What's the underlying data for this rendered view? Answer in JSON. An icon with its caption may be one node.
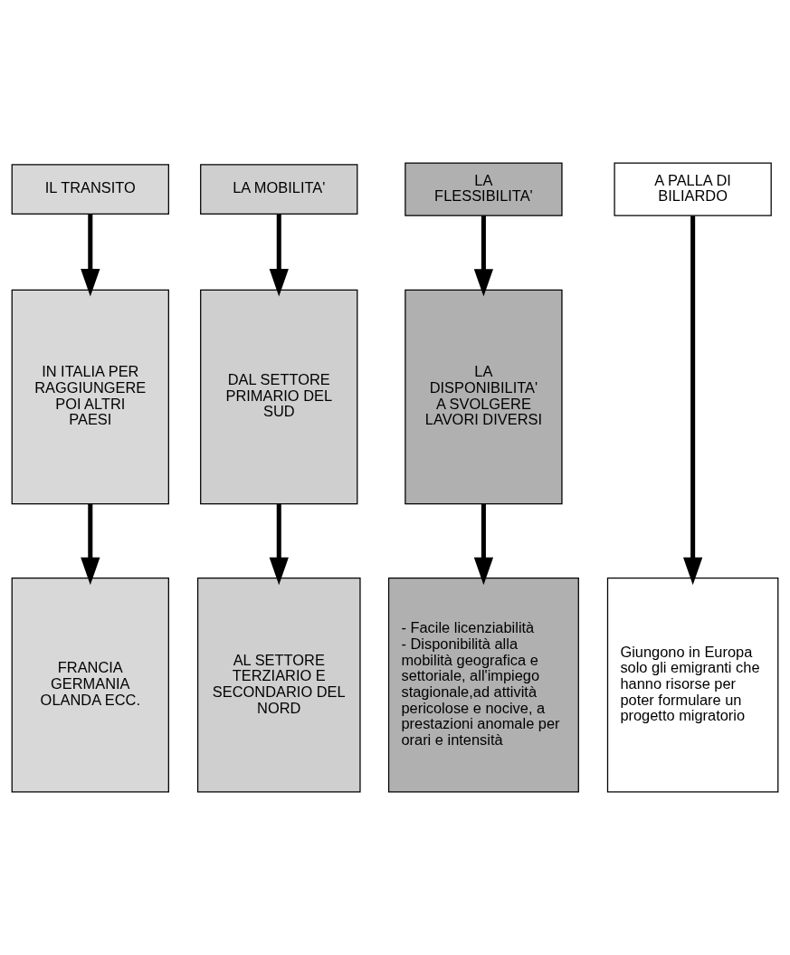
{
  "diagram": {
    "nodes": [
      {
        "text": [
          "IL TRANSITO"
        ]
      },
      {
        "text": [
          "LA MOBILITA'"
        ]
      },
      {
        "text": [
          "LA FLESSIBILITA'"
        ]
      },
      {
        "text": [
          "A PALLA DI BILIARDO"
        ]
      },
      {
        "text": [
          "IN ITALIA PER RAGGIUNGERE POI ALTRI PAESI"
        ]
      },
      {
        "text": [
          "DAL SETTORE PRIMARIO DEL SUD"
        ]
      },
      {
        "text": [
          "LA DISPONIBILITA' A SVOLGERE LAVORI DIVERSI"
        ]
      },
      {
        "text": [
          "FRANCIA GERMANIA OLANDA ECC."
        ]
      },
      {
        "text": [
          "AL SETTORE TERZIARIO E SECONDARIO DEL NORD"
        ]
      },
      {
        "text": [
          "- Facile licenziabilità",
          "- Disponibilità alla mobilità geografica e settoriale, all'impiego stagionale,ad attività pericolose e nocive, a prestazioni anomale per orari e intensità"
        ]
      },
      {
        "text": [
          "Giungono in Europa solo gli emigranti che hanno risorse per poter formulare un progetto migratorio"
        ]
      }
    ],
    "edges": [
      {
        "from": 0,
        "to": 4,
        "arrow": "to"
      },
      {
        "from": 1,
        "to": 5,
        "arrow": "to"
      },
      {
        "from": 2,
        "to": 6,
        "arrow": "to"
      },
      {
        "from": 3,
        "to": 10,
        "arrow": "to"
      },
      {
        "from": 4,
        "to": 7,
        "arrow": "to"
      },
      {
        "from": 5,
        "to": 8,
        "arrow": "to"
      },
      {
        "from": 6,
        "to": 9,
        "arrow": "to"
      }
    ]
  }
}
